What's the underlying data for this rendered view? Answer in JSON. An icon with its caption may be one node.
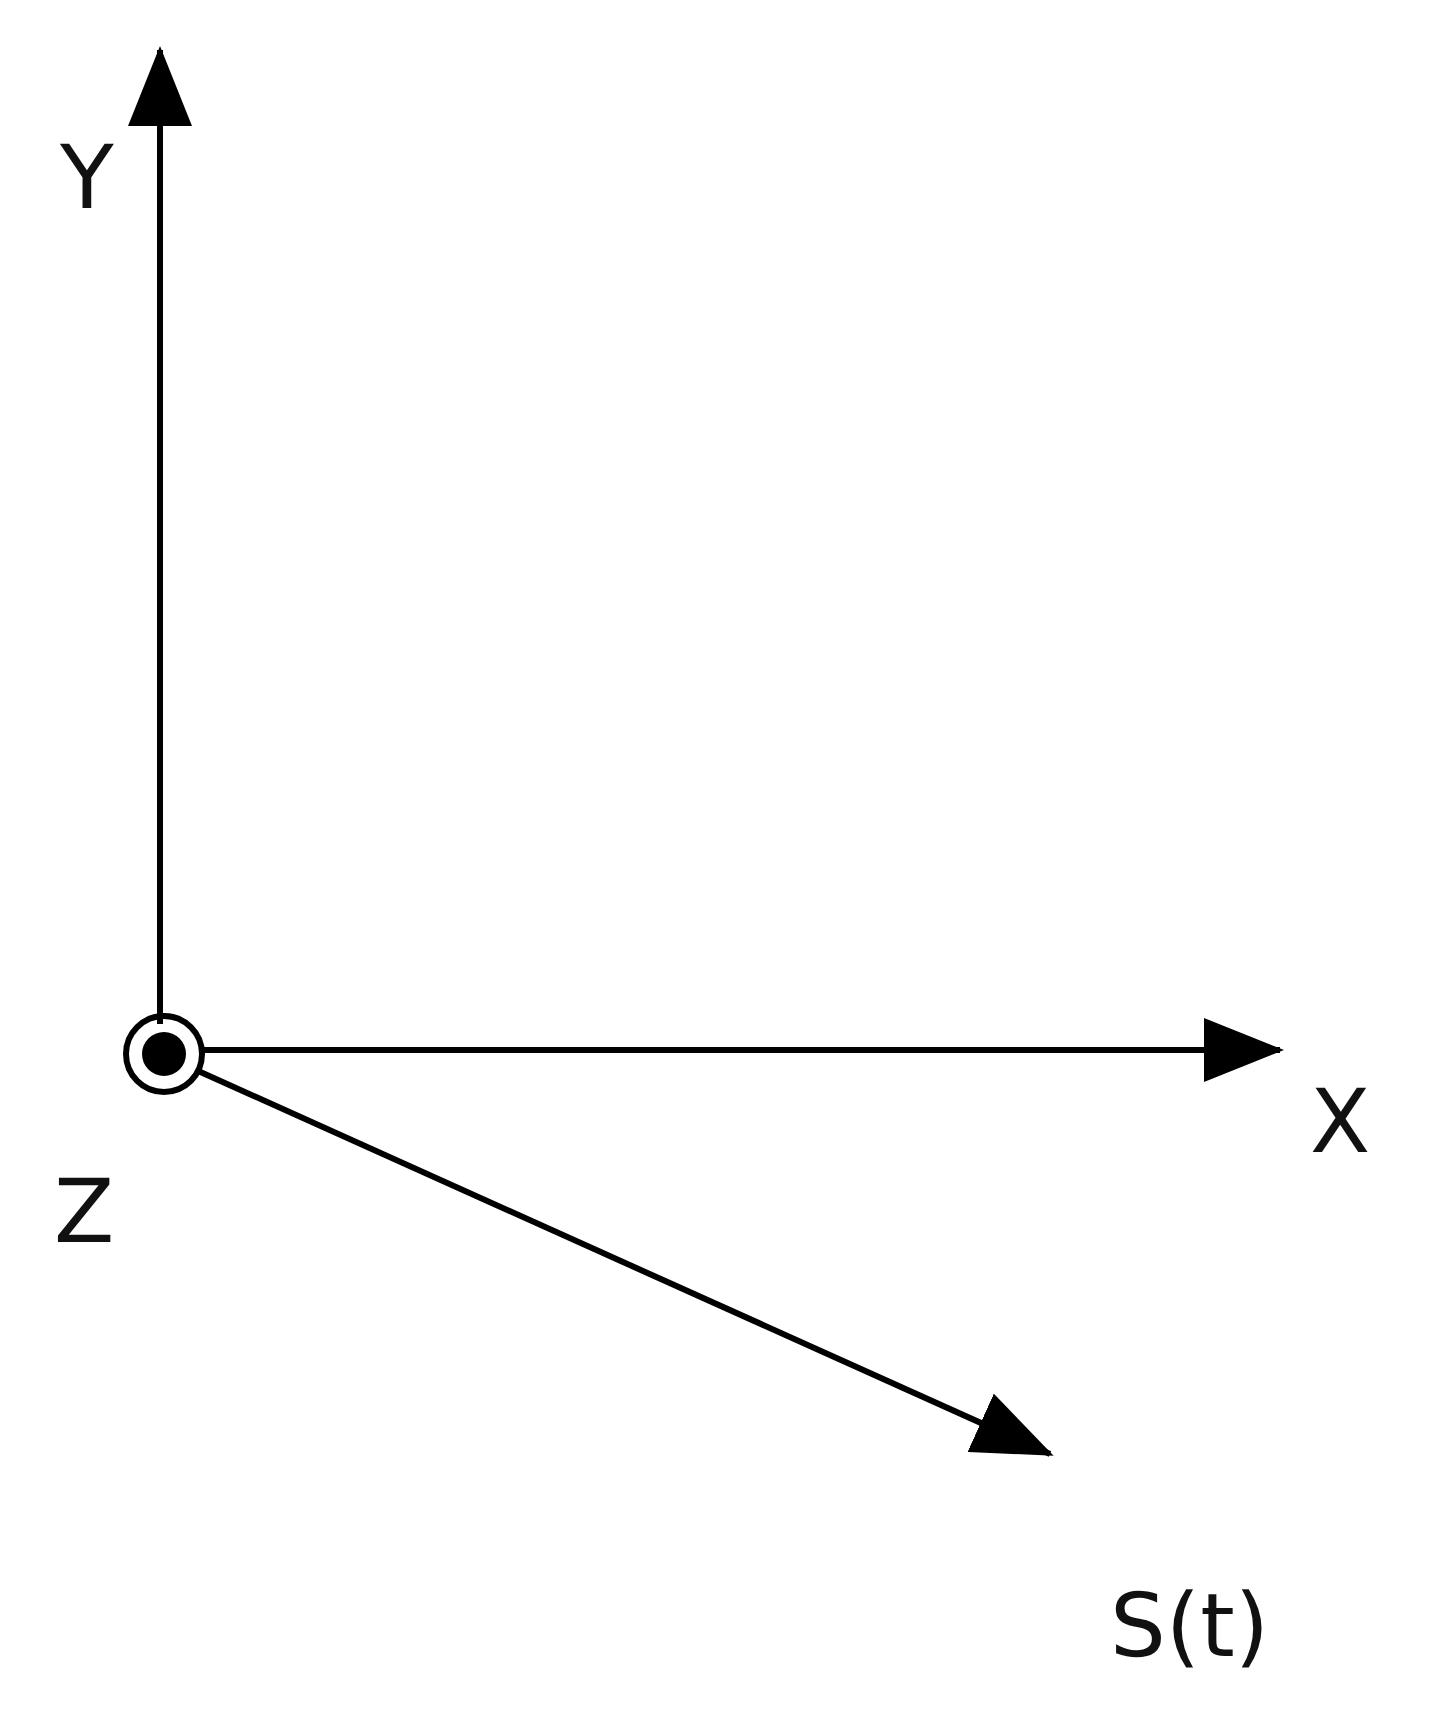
{
  "diagram": {
    "labels": [
      "Y",
      "X",
      "Z",
      "S(t)"
    ]
  }
}
